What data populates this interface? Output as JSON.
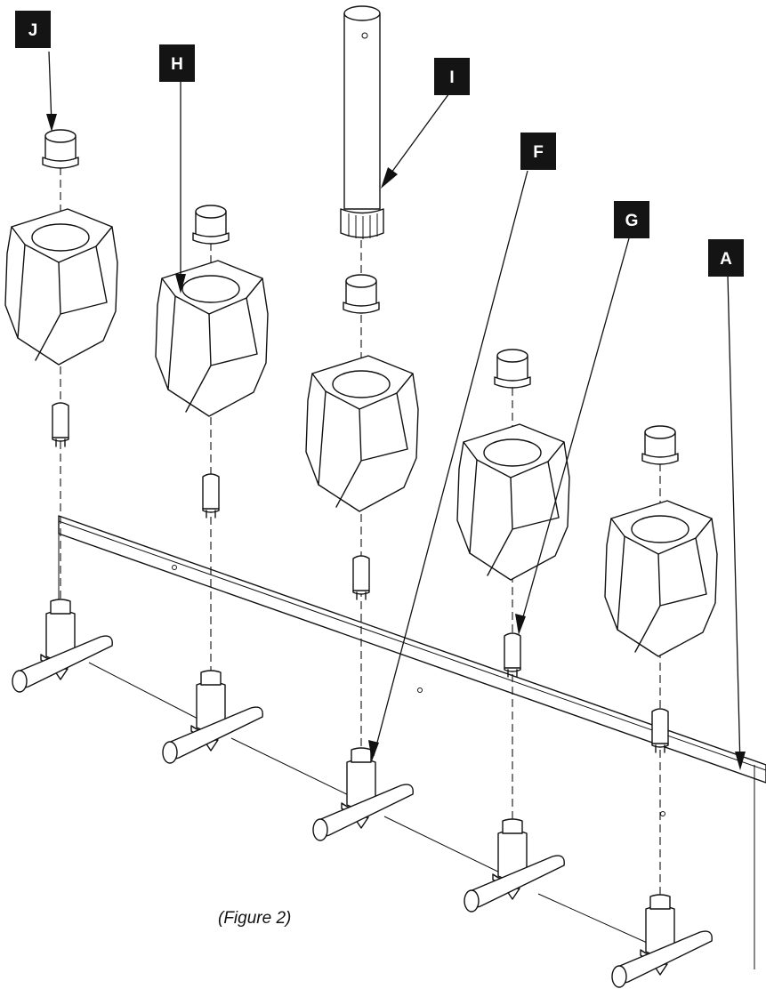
{
  "figure": {
    "caption": "(Figure 2)",
    "callouts": [
      {
        "id": "J",
        "label": "J"
      },
      {
        "id": "H",
        "label": "H"
      },
      {
        "id": "I",
        "label": "I"
      },
      {
        "id": "F",
        "label": "F"
      },
      {
        "id": "G",
        "label": "G"
      },
      {
        "id": "A",
        "label": "A"
      }
    ]
  }
}
